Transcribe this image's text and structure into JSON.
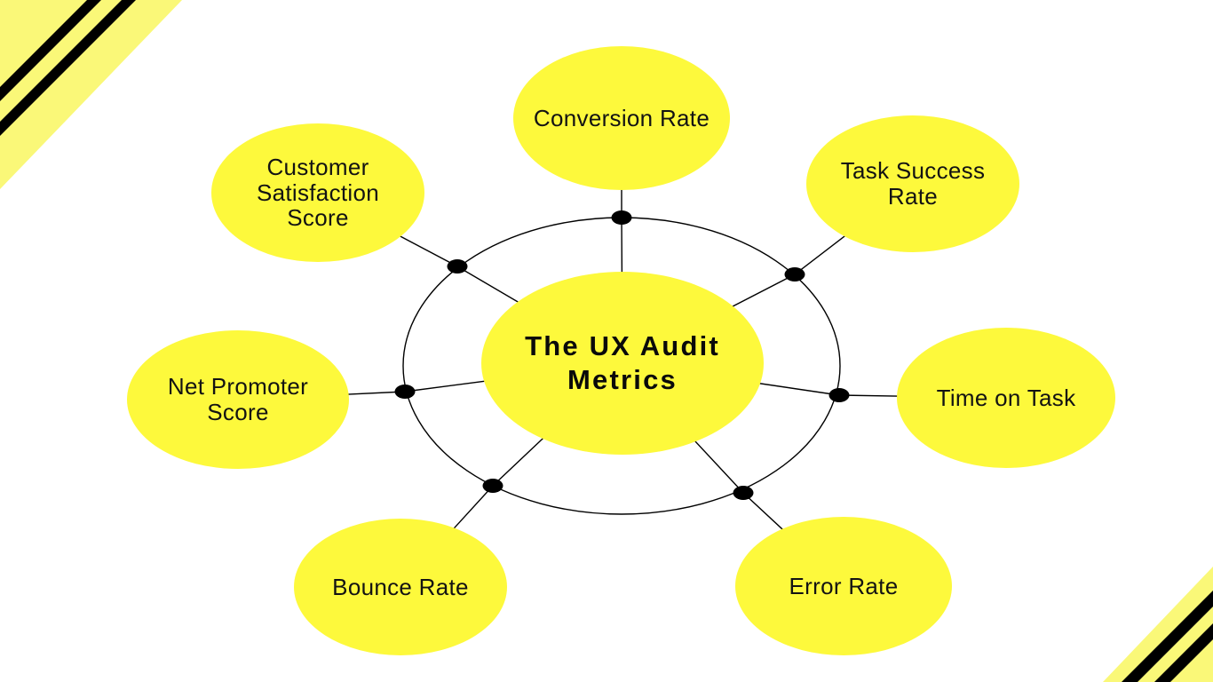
{
  "diagram": {
    "hub": {
      "label": [
        "The UX Audit",
        "Metrics"
      ]
    },
    "nodes": [
      {
        "id": "conversion-rate",
        "label": [
          "Conversion Rate"
        ]
      },
      {
        "id": "task-success-rate",
        "label": [
          "Task Success",
          "Rate"
        ]
      },
      {
        "id": "time-on-task",
        "label": [
          "Time on Task"
        ]
      },
      {
        "id": "error-rate",
        "label": [
          "Error Rate"
        ]
      },
      {
        "id": "bounce-rate",
        "label": [
          "Bounce Rate"
        ]
      },
      {
        "id": "net-promoter-score",
        "label": [
          "Net Promoter",
          "Score"
        ]
      },
      {
        "id": "customer-satisfaction-score",
        "label": [
          "Customer",
          "Satisfaction",
          "Score"
        ]
      }
    ],
    "colors": {
      "node_fill": "#FDF93C",
      "corner_fill": "#FAF878",
      "stripe": "#000000",
      "connector": "#000000",
      "text": "#131313",
      "background": "#FFFFFF"
    }
  }
}
